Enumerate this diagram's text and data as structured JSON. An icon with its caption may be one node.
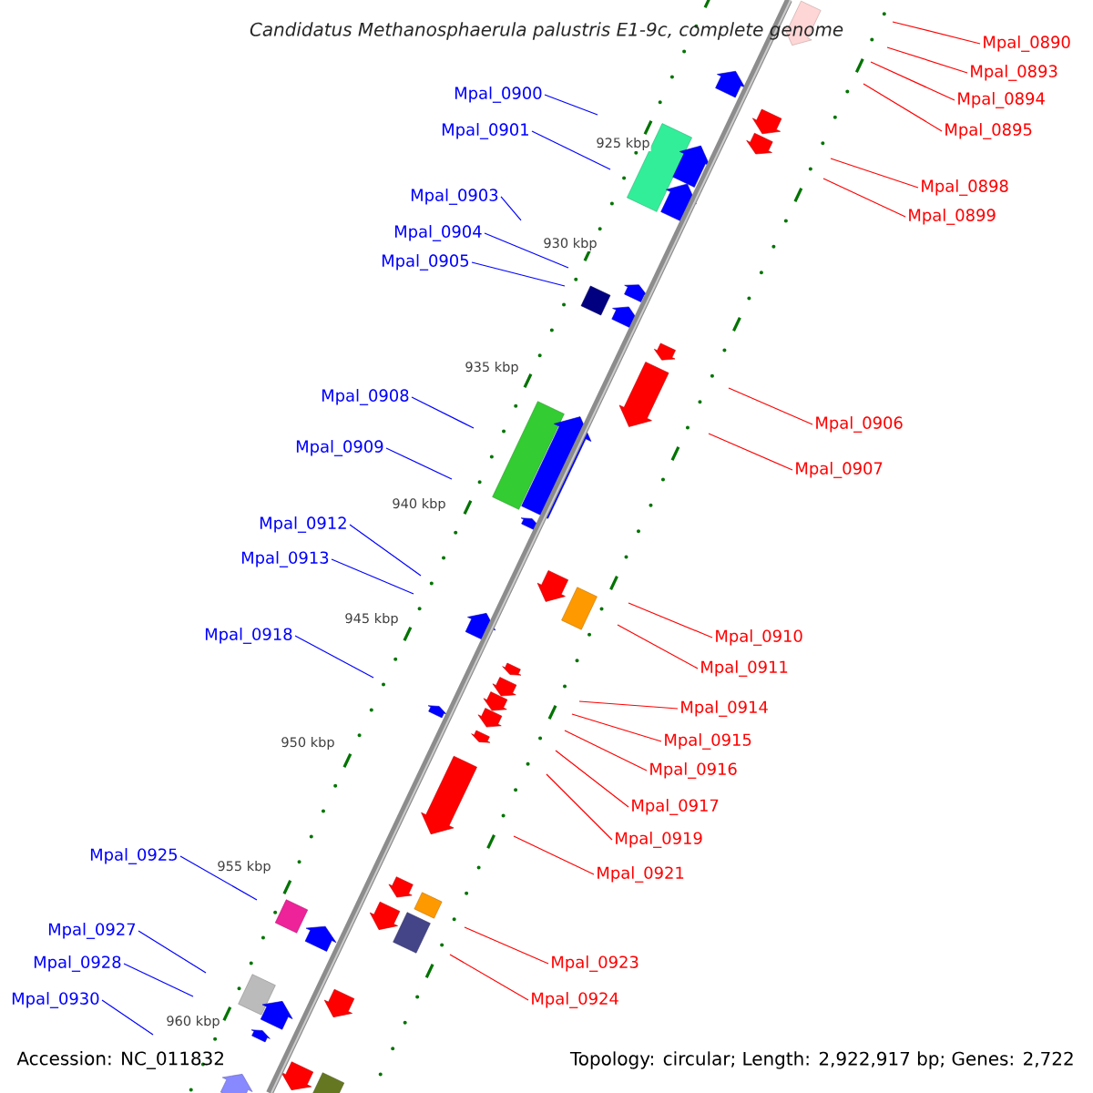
{
  "diagram": {
    "title": "Candidatus Methanosphaerula palustris E1-9c, complete genome",
    "nodes": [
      {
        "text": [
          "Mpal_0900"
        ]
      },
      {
        "text": [
          "Mpal_0901"
        ]
      },
      {
        "text": [
          "Mpal_0903"
        ]
      },
      {
        "text": [
          "Mpal_0904"
        ]
      },
      {
        "text": [
          "Mpal_0905"
        ]
      },
      {
        "text": [
          "Mpal_0908"
        ]
      },
      {
        "text": [
          "Mpal_0909"
        ]
      },
      {
        "text": [
          "Mpal_0912"
        ]
      },
      {
        "text": [
          "Mpal_0913"
        ]
      },
      {
        "text": [
          "Mpal_0918"
        ]
      },
      {
        "text": [
          "Mpal_0925"
        ]
      },
      {
        "text": [
          "Mpal_0927"
        ]
      },
      {
        "text": [
          "Mpal_0928"
        ]
      },
      {
        "text": [
          "Mpal_0930"
        ]
      },
      {
        "text": [
          "Mpal_0890"
        ]
      },
      {
        "text": [
          "Mpal_0893"
        ]
      },
      {
        "text": [
          "Mpal_0894"
        ]
      },
      {
        "text": [
          "Mpal_0895"
        ]
      },
      {
        "text": [
          "Mpal_0898"
        ]
      },
      {
        "text": [
          "Mpal_0899"
        ]
      },
      {
        "text": [
          "Mpal_0906"
        ]
      },
      {
        "text": [
          "Mpal_0907"
        ]
      },
      {
        "text": [
          "Mpal_0910"
        ]
      },
      {
        "text": [
          "Mpal_0911"
        ]
      },
      {
        "text": [
          "Mpal_0914"
        ]
      },
      {
        "text": [
          "Mpal_0915"
        ]
      },
      {
        "text": [
          "Mpal_0916"
        ]
      },
      {
        "text": [
          "Mpal_0917"
        ]
      },
      {
        "text": [
          "Mpal_0919"
        ]
      },
      {
        "text": [
          "Mpal_0921"
        ]
      },
      {
        "text": [
          "Mpal_0923"
        ]
      },
      {
        "text": [
          "Mpal_0924"
        ]
      }
    ],
    "edges": [
      {
        "from": 0,
        "to": null,
        "arrow": "none",
        "color": "#0000ff"
      },
      {
        "from": 1,
        "to": null,
        "arrow": "none",
        "color": "#0000ff"
      },
      {
        "from": 2,
        "to": null,
        "arrow": "none",
        "color": "#0000ff"
      },
      {
        "from": 3,
        "to": null,
        "arrow": "none",
        "color": "#0000ff"
      },
      {
        "from": 4,
        "to": null,
        "arrow": "none",
        "color": "#0000ff"
      },
      {
        "from": 5,
        "to": null,
        "arrow": "none",
        "color": "#0000ff"
      },
      {
        "from": 6,
        "to": null,
        "arrow": "none",
        "color": "#0000ff"
      },
      {
        "from": 7,
        "to": null,
        "arrow": "none",
        "color": "#0000ff"
      },
      {
        "from": 8,
        "to": null,
        "arrow": "none",
        "color": "#0000ff"
      },
      {
        "from": 9,
        "to": null,
        "arrow": "none",
        "color": "#0000ff"
      },
      {
        "from": 10,
        "to": null,
        "arrow": "none",
        "color": "#0000ff"
      },
      {
        "from": 11,
        "to": null,
        "arrow": "none",
        "color": "#0000ff"
      },
      {
        "from": 12,
        "to": null,
        "arrow": "none",
        "color": "#0000ff"
      },
      {
        "from": 13,
        "to": null,
        "arrow": "none",
        "color": "#0000ff"
      },
      {
        "from": 14,
        "to": null,
        "arrow": "none"
      },
      {
        "from": 15,
        "to": null,
        "arrow": "none"
      },
      {
        "from": 16,
        "to": null,
        "arrow": "none"
      },
      {
        "from": 17,
        "to": null,
        "arrow": "none"
      },
      {
        "from": 18,
        "to": null,
        "arrow": "none"
      },
      {
        "from": 19,
        "to": null,
        "arrow": "none"
      },
      {
        "from": 20,
        "to": null,
        "arrow": "none"
      },
      {
        "from": 21,
        "to": null,
        "arrow": "none"
      },
      {
        "from": 22,
        "to": null,
        "arrow": "none"
      },
      {
        "from": 23,
        "to": null,
        "arrow": "none"
      },
      {
        "from": 24,
        "to": null,
        "arrow": "none"
      },
      {
        "from": 25,
        "to": null,
        "arrow": "none"
      },
      {
        "from": 26,
        "to": null,
        "arrow": "none"
      },
      {
        "from": 27,
        "to": null,
        "arrow": "none"
      },
      {
        "from": 28,
        "to": null,
        "arrow": "none"
      },
      {
        "from": 29,
        "to": null,
        "arrow": "none"
      },
      {
        "from": 30,
        "to": null,
        "arrow": "none"
      },
      {
        "from": 31,
        "to": null,
        "arrow": "none"
      }
    ],
    "labels": [
      "925 kbp",
      "930 kbp",
      "935 kbp",
      "940 kbp",
      "945 kbp",
      "950 kbp",
      "955 kbp",
      "960 kbp",
      "Accession: NC_011832",
      "Topology: circular; Length: 2,922,917 bp; Genes: 2,722"
    ]
  }
}
